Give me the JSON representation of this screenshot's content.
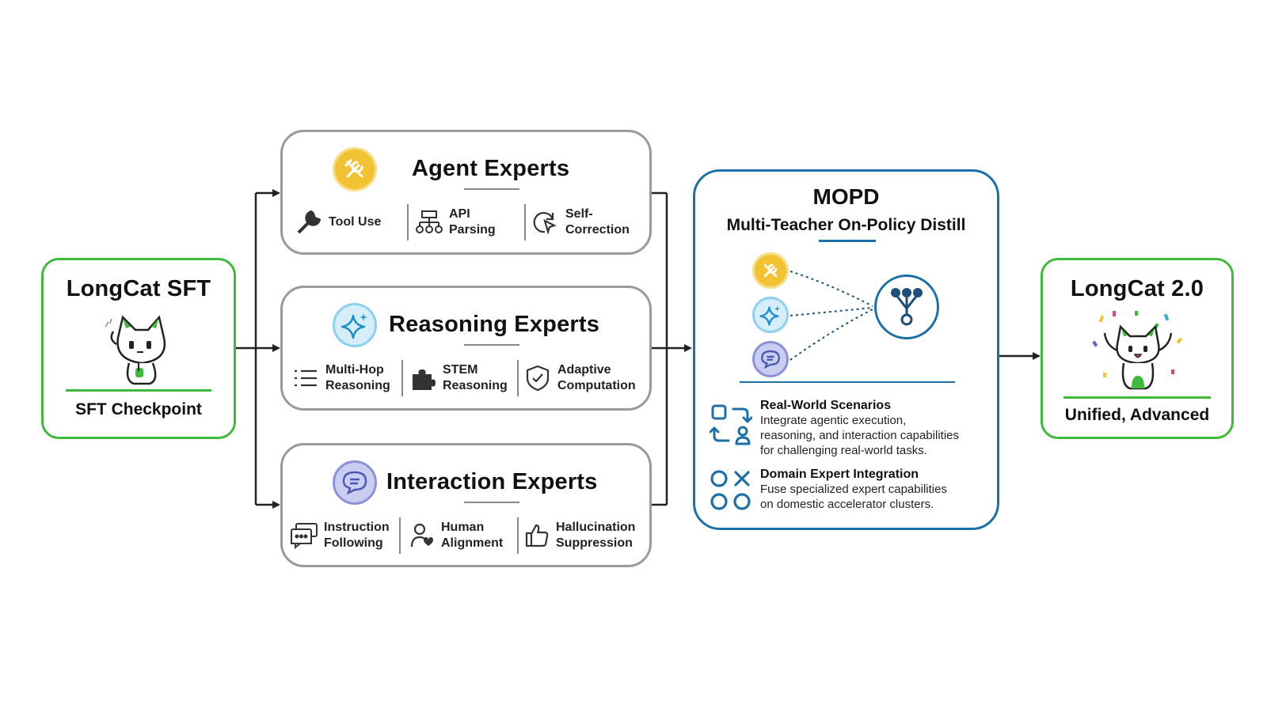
{
  "left_box": {
    "title": "LongCat SFT",
    "caption": "SFT Checkpoint"
  },
  "right_box": {
    "title": "LongCat 2.0",
    "caption": "Unified, Advanced"
  },
  "experts": [
    {
      "title": "Agent Experts",
      "items": [
        {
          "line1": "Tool Use",
          "line2": "",
          "icon": "wrench-icon"
        },
        {
          "line1": "API",
          "line2": "Parsing",
          "icon": "hierarchy-icon"
        },
        {
          "line1": "Self-",
          "line2": "Correction",
          "icon": "cursor-refresh-icon"
        }
      ]
    },
    {
      "title": "Reasoning Experts",
      "items": [
        {
          "line1": "Multi-Hop",
          "line2": "Reasoning",
          "icon": "list-icon"
        },
        {
          "line1": "STEM",
          "line2": "Reasoning",
          "icon": "puzzle-icon"
        },
        {
          "line1": "Adaptive",
          "line2": "Computation",
          "icon": "shield-check-icon"
        }
      ]
    },
    {
      "title": "Interaction Experts",
      "items": [
        {
          "line1": "Instruction",
          "line2": "Following",
          "icon": "chat-bubbles-icon"
        },
        {
          "line1": "Human",
          "line2": "Alignment",
          "icon": "person-heart-icon"
        },
        {
          "line1": "Hallucination",
          "line2": "Suppression",
          "icon": "thumbs-up-icon"
        }
      ]
    }
  ],
  "mopd": {
    "title": "MOPD",
    "subtitle": "Multi-Teacher On-Policy Distill",
    "points": [
      {
        "heading": "Real-World Scenarios",
        "lines": [
          "Integrate agentic execution,",
          "reasoning, and interaction capabilities",
          "for challenging real-world tasks."
        ]
      },
      {
        "heading": "Domain Expert Integration",
        "lines": [
          "Fuse specialized expert capabilities",
          "on domestic accelerator clusters."
        ]
      }
    ]
  },
  "colors": {
    "green": "#3fba3a",
    "gray": "#9a9a9a",
    "blue": "#1d6fa8",
    "agent": "#f1c232",
    "reasoning": "#3ea7d9",
    "interaction": "#5b6bbf"
  }
}
